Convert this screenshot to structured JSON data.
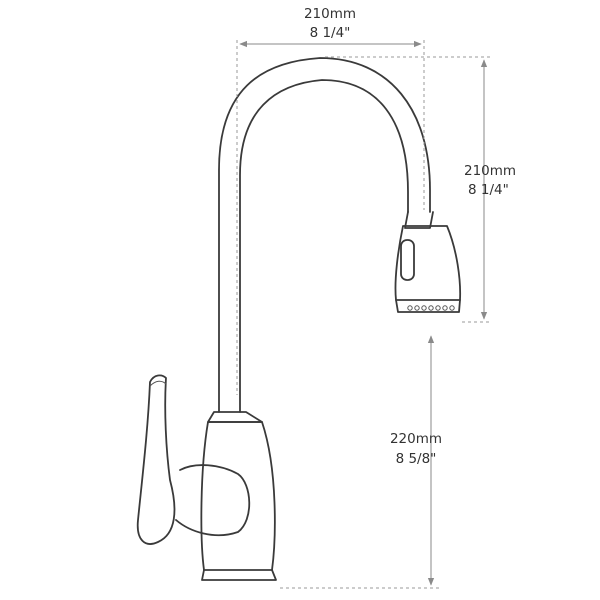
{
  "dimensions": {
    "width": {
      "metric": "210mm",
      "imperial": "8 1/4\""
    },
    "drop_height": {
      "metric": "210mm",
      "imperial": "8 1/4\""
    },
    "spout_height": {
      "metric": "220mm",
      "imperial": "8 5/8\""
    }
  },
  "colors": {
    "line": "#3a3a3a",
    "text": "#333333",
    "dimension": "#9a9a9a"
  }
}
